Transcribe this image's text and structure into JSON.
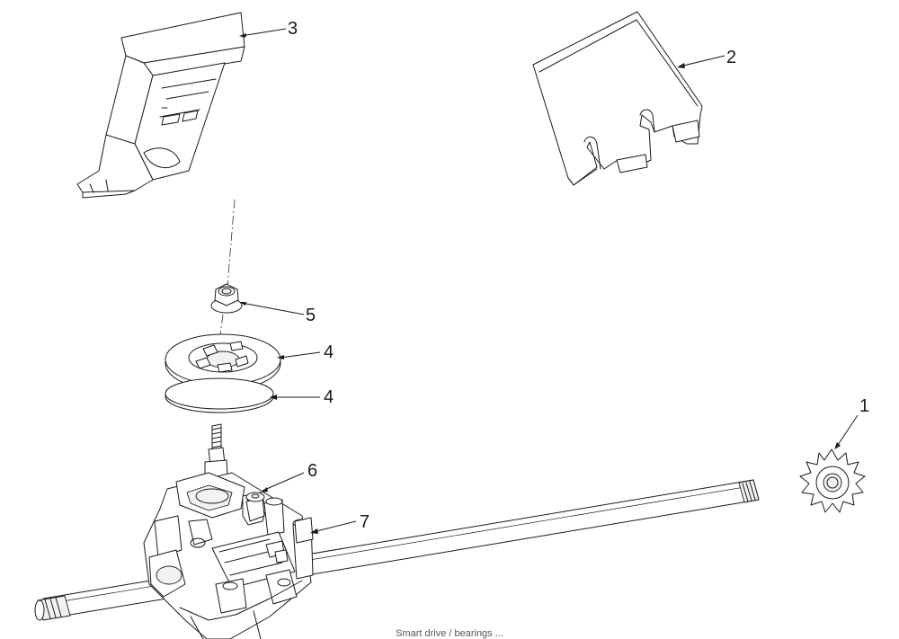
{
  "diagram": {
    "callouts": [
      {
        "id": "1",
        "label": "1"
      },
      {
        "id": "2",
        "label": "2"
      },
      {
        "id": "3",
        "label": "3"
      },
      {
        "id": "4a",
        "label": "4"
      },
      {
        "id": "4b",
        "label": "4"
      },
      {
        "id": "5",
        "label": "5"
      },
      {
        "id": "6",
        "label": "6"
      },
      {
        "id": "7",
        "label": "7"
      }
    ],
    "footer_text": "Smart drive / bearings ..."
  }
}
